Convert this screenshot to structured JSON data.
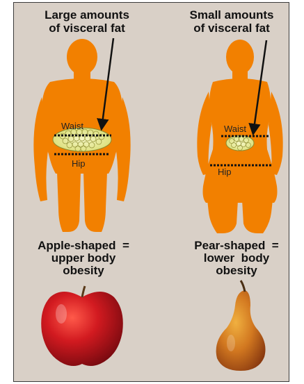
{
  "left": {
    "heading_line1": "Large amounts",
    "heading_line2": "of visceral fat",
    "waist_label": "Waist",
    "hip_label": "Hip",
    "caption_line1": "Apple-shaped  =",
    "caption_line2": "upper body",
    "caption_line3": "obesity",
    "fruit": "apple"
  },
  "right": {
    "heading_line1": "Small amounts",
    "heading_line2": "of visceral fat",
    "waist_label": "Waist",
    "hip_label": "Hip",
    "caption_line1": "Pear-shaped  =",
    "caption_line2": "lower  body",
    "caption_line3": "obesity",
    "fruit": "pear"
  },
  "colors": {
    "background": "#d9d0c7",
    "body": "#f28000",
    "fat": "#e9ec9c",
    "apple": "#c8141c",
    "pear": "#c9701e"
  }
}
